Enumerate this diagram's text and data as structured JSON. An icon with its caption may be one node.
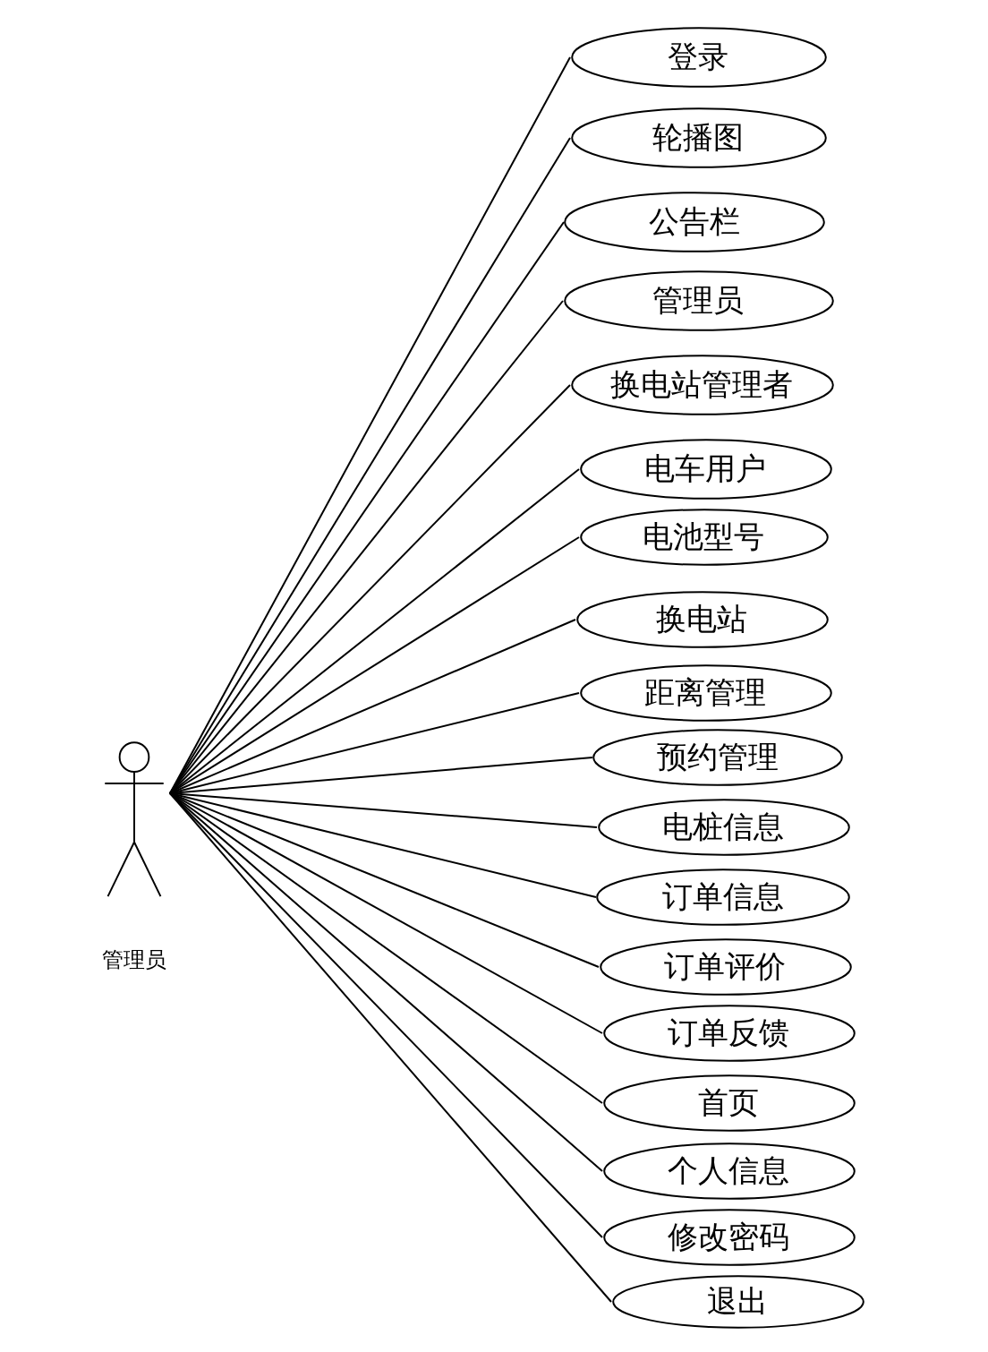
{
  "diagram": {
    "nodes": [
      {
        "text": [
          "管理员"
        ]
      },
      {
        "text": [
          "登录"
        ]
      },
      {
        "text": [
          "轮播图"
        ]
      },
      {
        "text": [
          "公告栏"
        ]
      },
      {
        "text": [
          "管理员"
        ]
      },
      {
        "text": [
          "换电站管理者"
        ]
      },
      {
        "text": [
          "电车用户"
        ]
      },
      {
        "text": [
          "电池型号"
        ]
      },
      {
        "text": [
          "换电站"
        ]
      },
      {
        "text": [
          "距离管理"
        ]
      },
      {
        "text": [
          "预约管理"
        ]
      },
      {
        "text": [
          "电桩信息"
        ]
      },
      {
        "text": [
          "订单信息"
        ]
      },
      {
        "text": [
          "订单评价"
        ]
      },
      {
        "text": [
          "订单反馈"
        ]
      },
      {
        "text": [
          "首页"
        ]
      },
      {
        "text": [
          "个人信息"
        ]
      },
      {
        "text": [
          "修改密码"
        ]
      },
      {
        "text": [
          "退出"
        ]
      }
    ],
    "edges": [
      {
        "from": 0,
        "to": 1,
        "arrow": "none"
      },
      {
        "from": 0,
        "to": 2,
        "arrow": "none"
      },
      {
        "from": 0,
        "to": 3,
        "arrow": "none"
      },
      {
        "from": 0,
        "to": 4,
        "arrow": "none"
      },
      {
        "from": 0,
        "to": 5,
        "arrow": "none"
      },
      {
        "from": 0,
        "to": 6,
        "arrow": "none"
      },
      {
        "from": 0,
        "to": 7,
        "arrow": "none"
      },
      {
        "from": 0,
        "to": 8,
        "arrow": "none"
      },
      {
        "from": 0,
        "to": 9,
        "arrow": "none"
      },
      {
        "from": 0,
        "to": 10,
        "arrow": "none"
      },
      {
        "from": 0,
        "to": 11,
        "arrow": "none"
      },
      {
        "from": 0,
        "to": 12,
        "arrow": "none"
      },
      {
        "from": 0,
        "to": 13,
        "arrow": "none"
      },
      {
        "from": 0,
        "to": 14,
        "arrow": "none"
      },
      {
        "from": 0,
        "to": 15,
        "arrow": "none"
      },
      {
        "from": 0,
        "to": 16,
        "arrow": "none"
      },
      {
        "from": 0,
        "to": 17,
        "arrow": "none"
      },
      {
        "from": 0,
        "to": 18,
        "arrow": "none"
      }
    ]
  }
}
